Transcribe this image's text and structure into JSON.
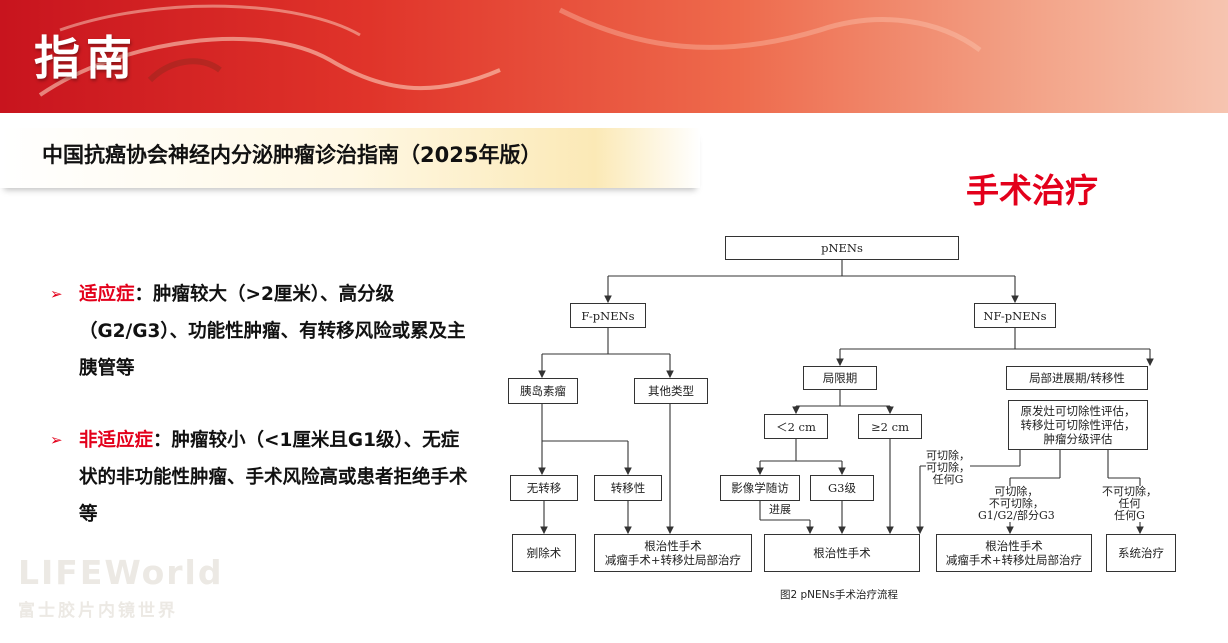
{
  "header": {
    "title": "指南",
    "subtitle": "中国抗癌协会神经内分泌肿瘤诊治指南（2025年版）",
    "section": "手术治疗"
  },
  "bullets": [
    {
      "label": "适应症",
      "text": "：肿瘤较大（>2厘米）、高分级（G2/G3）、功能性肿瘤、有转移风险或累及主胰管等"
    },
    {
      "label": "非适应症",
      "text": "：肿瘤较小（<1厘米且G1级）、无症状的非功能性肿瘤、手术风险高或患者拒绝手术等"
    }
  ],
  "watermark": {
    "line1": "LIFEWorld",
    "line2": "富士胶片内镜世界"
  },
  "flowchart": {
    "root": "pNENs",
    "f": "F-pNENs",
    "nf": "NF-pNENs",
    "insulinoma": "胰岛素瘤",
    "other": "其他类型",
    "local": "局限期",
    "advanced": "局部进展期/转移性",
    "lt2": "＜2 cm",
    "ge2": "≥2 cm",
    "assess": [
      "原发灶可切除性评估，",
      "转移灶可切除性评估，",
      "肿瘤分级评估"
    ],
    "no_meta": "无转移",
    "meta": "转移性",
    "imaging": "影像学随访",
    "g3": "G3级",
    "enucleation": "剜除术",
    "radical_debulk": [
      "根治性手术",
      "减瘤手术+转移灶局部治疗"
    ],
    "radical": "根治性手术",
    "radical_debulk2": [
      "根治性手术",
      "减瘤手术+转移灶局部治疗"
    ],
    "systemic": "系统治疗",
    "label_progress": "进展",
    "label_resect_any": [
      "可切除，",
      "可切除，",
      "任何G"
    ],
    "label_partial": [
      "可切除，",
      "不可切除，",
      "G1/G2/部分G3"
    ],
    "label_unresect": [
      "不可切除，",
      "任何",
      "任何G"
    ],
    "caption": "图2  pNENs手术治疗流程"
  }
}
